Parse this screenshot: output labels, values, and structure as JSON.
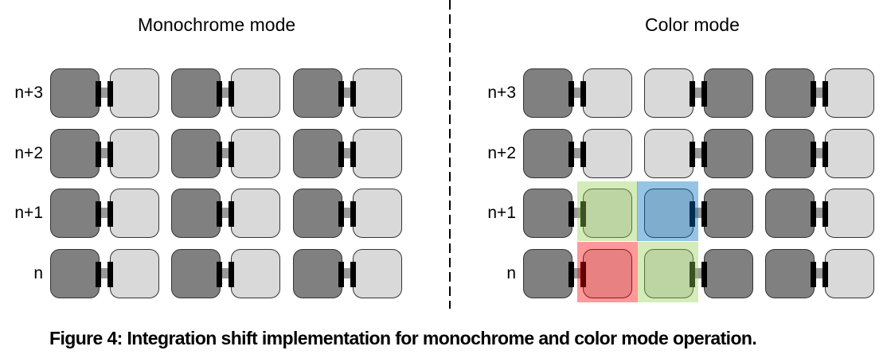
{
  "panels": [
    {
      "id": "mono",
      "title": "Monochrome mode",
      "rows": [
        {
          "label": "n+3",
          "pairs": [
            "dark-light",
            "dark-light",
            "dark-light"
          ]
        },
        {
          "label": "n+2",
          "pairs": [
            "dark-light",
            "dark-light",
            "dark-light"
          ]
        },
        {
          "label": "n+1",
          "pairs": [
            "dark-light",
            "dark-light",
            "dark-light"
          ]
        },
        {
          "label": "n",
          "pairs": [
            "dark-light",
            "dark-light",
            "dark-light"
          ]
        }
      ],
      "highlights": []
    },
    {
      "id": "color",
      "title": "Color mode",
      "rows": [
        {
          "label": "n+3",
          "pairs": [
            "dark-light",
            "light-dark",
            "dark-light"
          ]
        },
        {
          "label": "n+2",
          "pairs": [
            "dark-light",
            "light-dark",
            "dark-light"
          ]
        },
        {
          "label": "n+1",
          "pairs": [
            "dark-light",
            "light-dark",
            "dark-light"
          ]
        },
        {
          "label": "n",
          "pairs": [
            "dark-light",
            "light-dark",
            "dark-light"
          ]
        }
      ],
      "highlights": [
        {
          "row": "n+1",
          "cell": "pair1-right",
          "color_name": "green",
          "color": "#92d050"
        },
        {
          "row": "n+1",
          "cell": "pair2-left",
          "color_name": "blue",
          "color": "#0070c0"
        },
        {
          "row": "n",
          "cell": "pair1-right",
          "color_name": "red",
          "color": "#ff0000"
        },
        {
          "row": "n",
          "cell": "pair2-left",
          "color_name": "green",
          "color": "#92d050"
        }
      ]
    }
  ],
  "colors": {
    "dark_pixel": "#808080",
    "light_pixel": "#d9d9d9",
    "gate": "#000000",
    "connector": "#999999"
  },
  "caption": "Figure 4: Integration shift implementation for monochrome and color mode operation."
}
